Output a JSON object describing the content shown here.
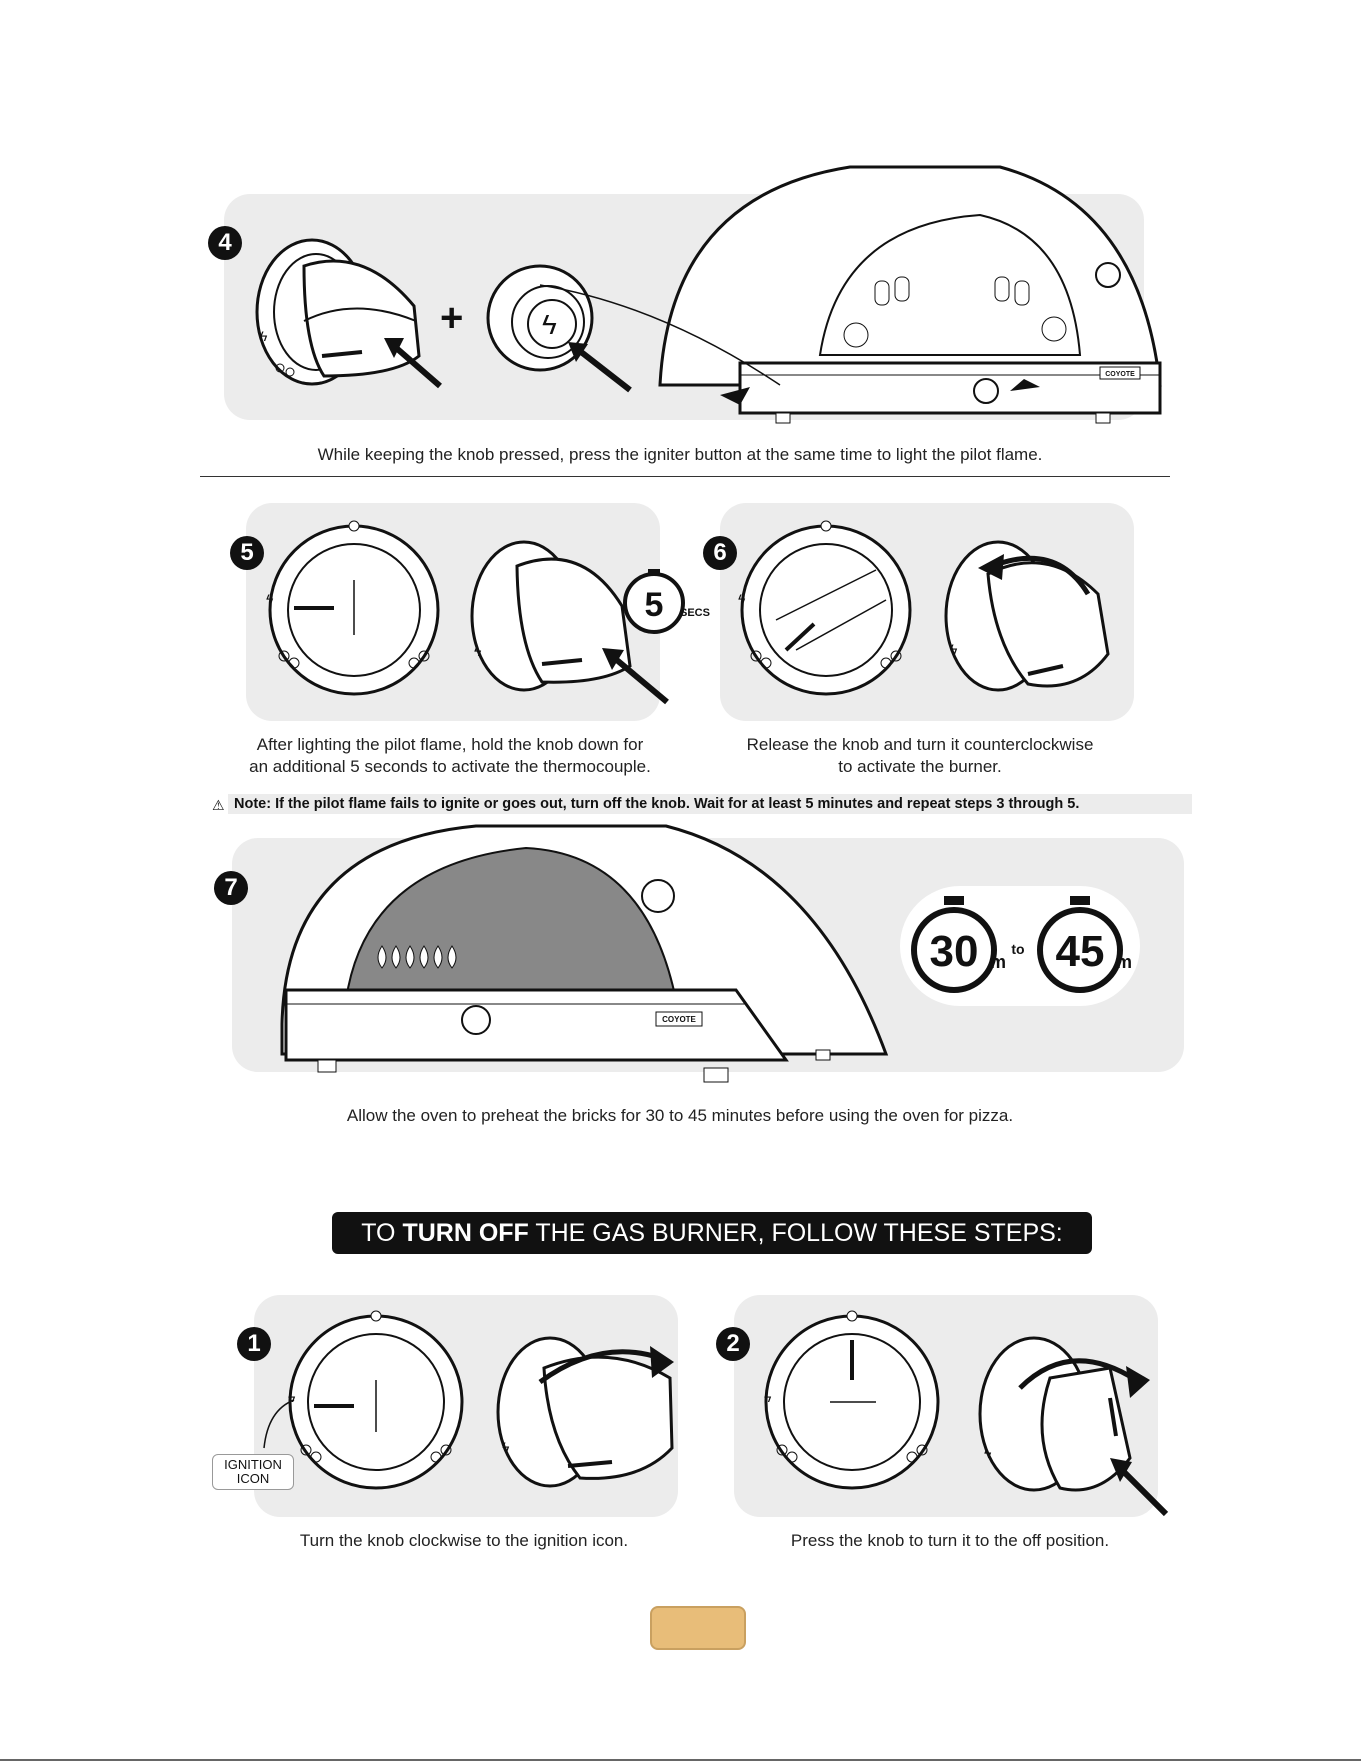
{
  "step4": {
    "number": "4",
    "caption": "While keeping the knob pressed, press the igniter button at the same time to light the pilot flame.",
    "plus": "+",
    "brand": "COYOTE"
  },
  "step5": {
    "number": "5",
    "caption_line1": "After lighting the pilot flame, hold the knob down for",
    "caption_line2": "an additional 5 seconds to activate the thermocouple.",
    "timer_value": "5",
    "timer_unit": "SECS"
  },
  "step6": {
    "number": "6",
    "caption_line1": "Release the knob and turn it counterclockwise",
    "caption_line2": "to activate the burner."
  },
  "note": {
    "icon": "warning-icon",
    "text": "Note: If the pilot flame fails to ignite or goes out, turn off the knob. Wait for at least 5 minutes and repeat steps 3 through 5."
  },
  "step7": {
    "number": "7",
    "caption": "Allow the oven to preheat the bricks for 30 to 45 minutes before using the oven for pizza.",
    "timer_from": "30",
    "timer_to": "45",
    "timer_unit": "m",
    "timer_joiner": "to",
    "brand": "COYOTE"
  },
  "turnoff_banner": {
    "prefix": "TO ",
    "emphasis": "TURN OFF",
    "suffix": " THE GAS BURNER, FOLLOW THESE STEPS:"
  },
  "off_step1": {
    "number": "1",
    "caption": "Turn the knob clockwise to the ignition icon.",
    "label_line1": "IGNITION",
    "label_line2": "ICON"
  },
  "off_step2": {
    "number": "2",
    "caption": "Press the knob to turn it to the off position."
  },
  "colors": {
    "panel": "#ececec",
    "ink": "#111111",
    "page_tab": "#e8bd79"
  }
}
